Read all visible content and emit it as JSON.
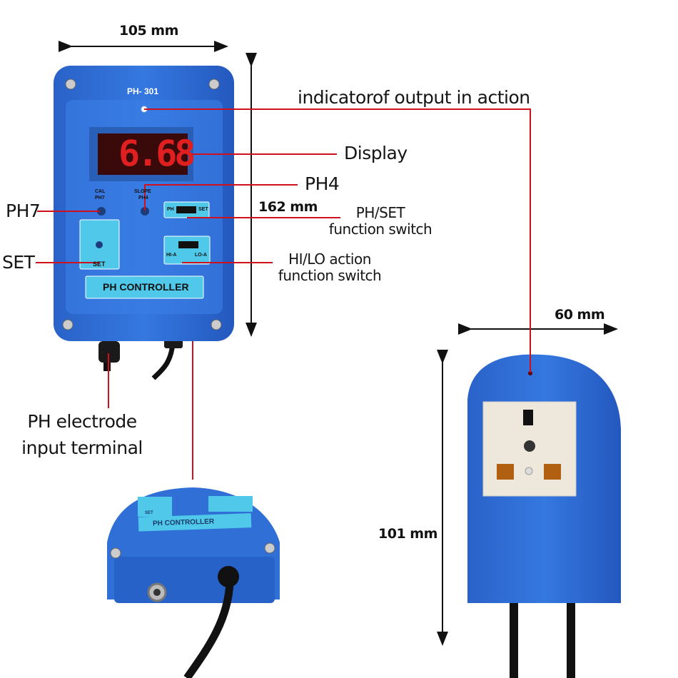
{
  "dimensions": {
    "width": "105 mm",
    "height": "162 mm",
    "socket_width": "60 mm",
    "socket_height": "101 mm"
  },
  "device": {
    "model": "PH- 301",
    "display_value": "6.68",
    "cal_label": "CAL",
    "ph7_label": "PH7",
    "slope_label": "SLOPE",
    "ph4_label": "PH4",
    "switch_ph": "PH",
    "switch_set": "SET",
    "set_label": "SET",
    "hi_a": "HI-A",
    "lo_a": "LO-A",
    "name_plate": "PH CONTROLLER"
  },
  "bottom_view": {
    "name_plate": "PH CONTROLLER",
    "set_label": "SET"
  },
  "callouts": {
    "indicator": "indicatorof output in action",
    "display": "Display",
    "ph4": "PH4",
    "ph7": "PH7",
    "ph_set_line1": "PH/SET",
    "ph_set_line2": "function switch",
    "set": "SET",
    "hilo_line1": "HI/LO action",
    "hilo_line2": "function switch",
    "electrode_line1": "PH electrode",
    "electrode_line2": "input terminal"
  },
  "colors": {
    "device_blue": "#2f6fd6",
    "label_cyan": "#4fc8ea",
    "leader_red": "#d0101c",
    "display_red": "#e02020"
  }
}
